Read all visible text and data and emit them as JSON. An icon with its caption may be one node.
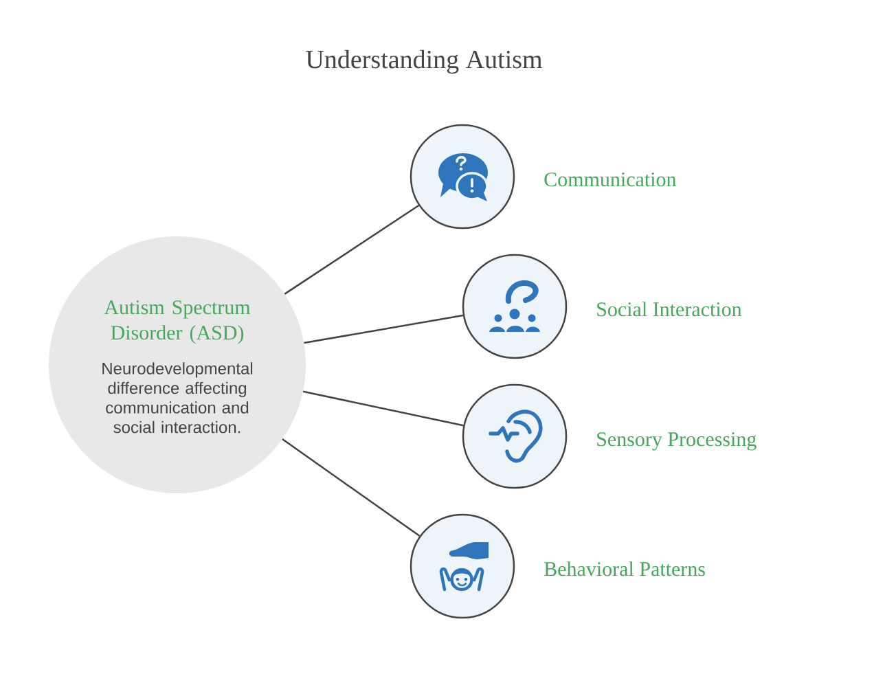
{
  "diagram": {
    "title": "Understanding Autism",
    "nodes": [
      {
        "text": [
          "Autism Spectrum Disorder (ASD)",
          "Neurodevelopmental difference affecting communication and social interaction."
        ]
      },
      {
        "text": [],
        "shape": "circle",
        "beside": [
          "Communication"
        ]
      },
      {
        "text": [],
        "shape": "circle",
        "beside": [
          "Social Interaction"
        ]
      },
      {
        "text": [],
        "shape": "circle",
        "beside": [
          "Sensory Processing"
        ]
      },
      {
        "text": [],
        "shape": "circle",
        "beside": [
          "Behavioral Patterns"
        ]
      }
    ],
    "edges": [
      {
        "from": 0,
        "to": 1,
        "arrow": "none"
      },
      {
        "from": 0,
        "to": 2,
        "arrow": "none"
      },
      {
        "from": 0,
        "to": 3,
        "arrow": "none"
      },
      {
        "from": 0,
        "to": 4,
        "arrow": "none"
      }
    ]
  }
}
